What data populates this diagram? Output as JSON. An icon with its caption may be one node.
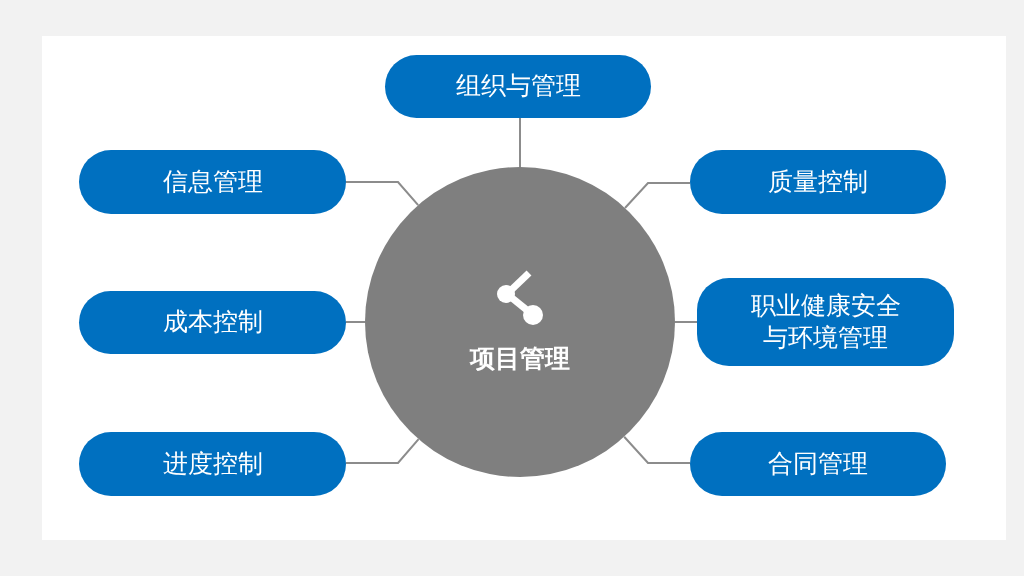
{
  "diagram": {
    "nodes": [
      {
        "text": [
          "组织与管理"
        ]
      },
      {
        "text": [
          "信息管理"
        ]
      },
      {
        "text": [
          "质量控制"
        ]
      },
      {
        "text": [
          "成本控制"
        ]
      },
      {
        "text": [
          "项目管理"
        ]
      },
      {
        "text": [
          "职业健康安全与环境管理"
        ]
      },
      {
        "text": [
          "进度控制"
        ]
      },
      {
        "text": [
          "合同管理"
        ]
      }
    ],
    "edges": [
      {
        "from": 4,
        "to": 0,
        "arrow": "none"
      },
      {
        "from": 4,
        "to": 1,
        "arrow": "none"
      },
      {
        "from": 4,
        "to": 2,
        "arrow": "none"
      },
      {
        "from": 4,
        "to": 3,
        "arrow": "none"
      },
      {
        "from": 4,
        "to": 5,
        "arrow": "none"
      },
      {
        "from": 4,
        "to": 6,
        "arrow": "none"
      },
      {
        "from": 4,
        "to": 7,
        "arrow": "none"
      }
    ]
  }
}
